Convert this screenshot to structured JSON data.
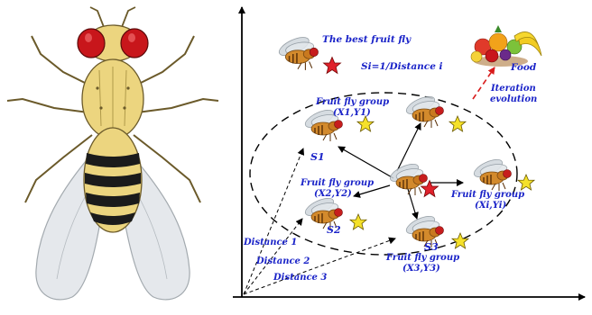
{
  "labels": {
    "best_fly": "The best fruit fly",
    "smell_formula": "Si=1/Distance i",
    "food": "Food",
    "iteration_line1": "Iteration",
    "iteration_line2": "evolution",
    "group1_line1": "Fruit fly group",
    "group1_line2": "(X1,Y1)",
    "s1": "S1",
    "group2_line1": "Fruit fly group",
    "group2_line2": "(X2,Y2)",
    "s2": "S2",
    "group3_line1": "Fruit fly group",
    "group3_line2": "(X3,Y3)",
    "s3": "S3",
    "groupi_line1": "Fruit fly group",
    "groupi_line2": "(Xi,Yi)",
    "distance1": "Distance 1",
    "distance2": "Distance 2",
    "distance3": "Distance 3"
  },
  "colors": {
    "label_blue": "#1a23c8",
    "arrow_red": "#d81b1b",
    "star_red": "#e0212b",
    "star_yellow": "#f5e12a",
    "fly_body": "#e9d27a",
    "fly_eye": "#c8161b",
    "fly_stripe": "#1b1b1b"
  }
}
